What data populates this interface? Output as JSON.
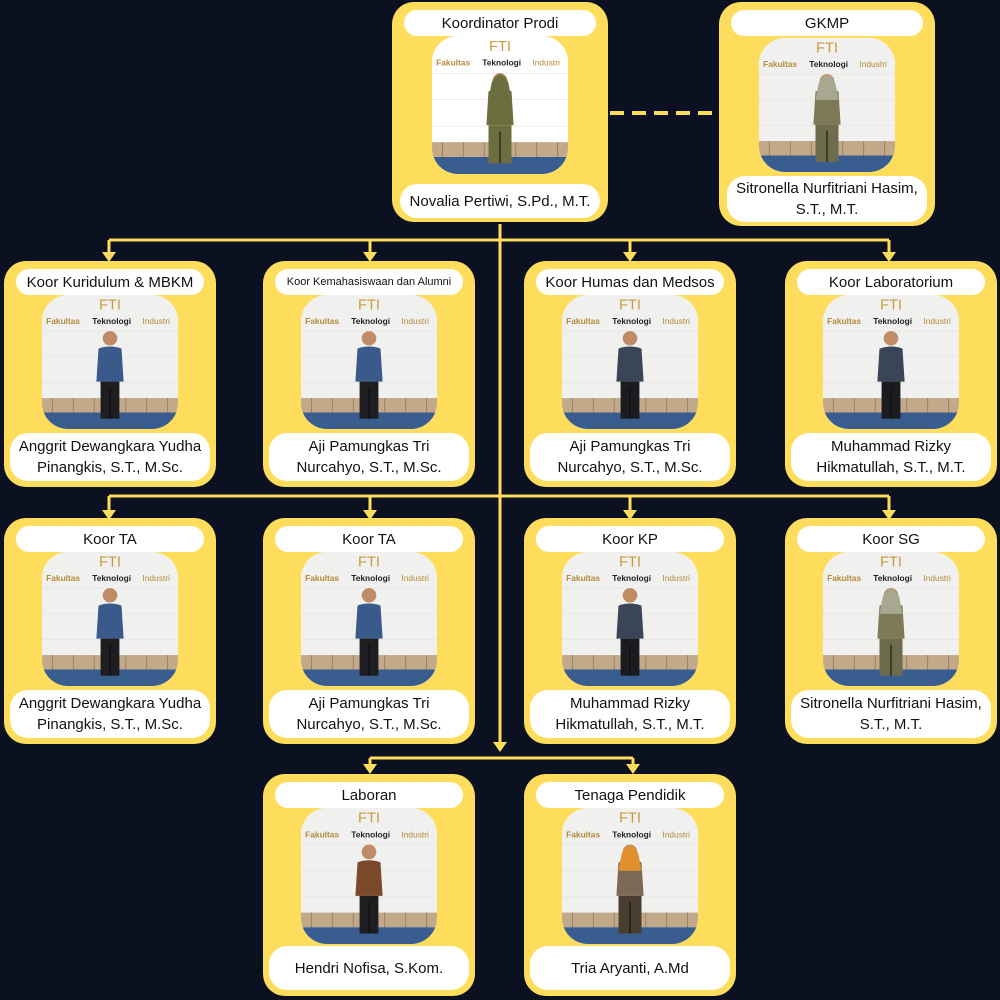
{
  "colors": {
    "background": "#0b1120",
    "card": "#ffdd5c",
    "connector": "#ffdd5c",
    "label_bg": "#ffffff"
  },
  "banner": {
    "logo": "FTI",
    "w1": "Fakultas",
    "w2": "Teknologi",
    "w3": "Industri"
  },
  "org": {
    "head": {
      "role": "Koordinator Prodi",
      "name": "Novalia Pertiwi, S.Pd., M.T."
    },
    "gkmp": {
      "role": "GKMP",
      "name": "Sitronella Nurfitriani Hasim, S.T., M.T."
    },
    "row1": [
      {
        "role": "Koor Kuridulum & MBKM",
        "name": "Anggrit Dewangkara Yudha Pinangkis, S.T., M.Sc."
      },
      {
        "role": "Koor Kemahasiswaan dan Alumni",
        "name": "Aji Pamungkas Tri Nurcahyo, S.T., M.Sc."
      },
      {
        "role": "Koor Humas dan Medsos",
        "name": "Aji Pamungkas Tri Nurcahyo, S.T., M.Sc."
      },
      {
        "role": "Koor Laboratorium",
        "name": "Muhammad Rizky Hikmatullah, S.T., M.T."
      }
    ],
    "row2": [
      {
        "role": "Koor TA",
        "name": "Anggrit Dewangkara Yudha Pinangkis, S.T., M.Sc."
      },
      {
        "role": "Koor TA",
        "name": "Aji Pamungkas Tri Nurcahyo, S.T., M.Sc."
      },
      {
        "role": "Koor KP",
        "name": "Muhammad Rizky Hikmatullah, S.T., M.T."
      },
      {
        "role": "Koor SG",
        "name": "Sitronella Nurfitriani Hasim, S.T., M.T."
      }
    ],
    "row3": [
      {
        "role": "Laboran",
        "name": "Hendri Nofisa, S.Kom."
      },
      {
        "role": "Tenaga Pendidik",
        "name": "Tria Aryanti, A.Md"
      }
    ]
  }
}
